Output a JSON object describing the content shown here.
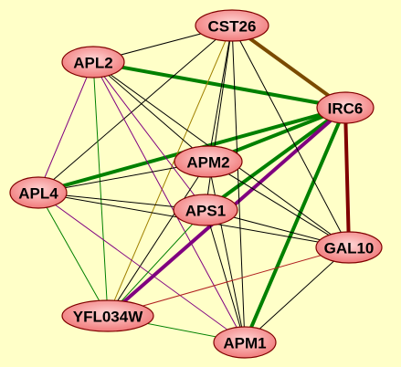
{
  "colors": {
    "background": "#ffffc8",
    "node_fill_light": "#ffd6d6",
    "node_fill_dark": "#f07878",
    "node_stroke": "#800000",
    "edge_black": "#000000",
    "edge_green": "#008000",
    "edge_purple": "#800080",
    "edge_brown": "#7a4a00",
    "edge_darkred": "#800000",
    "edge_olive": "#a08000",
    "edge_red": "#b02020"
  },
  "nodes": [
    {
      "id": "CST26",
      "label": "CST26"
    },
    {
      "id": "APL2",
      "label": "APL2"
    },
    {
      "id": "IRC6",
      "label": "IRC6"
    },
    {
      "id": "APM2",
      "label": "APM2"
    },
    {
      "id": "APL4",
      "label": "APL4"
    },
    {
      "id": "APS1",
      "label": "APS1"
    },
    {
      "id": "GAL10",
      "label": "GAL10"
    },
    {
      "id": "YFL034W",
      "label": "YFL034W"
    },
    {
      "id": "APM1",
      "label": "APM1"
    }
  ],
  "edges": [
    {
      "source": "CST26",
      "target": "IRC6",
      "color": "edge_brown",
      "weight": "heavy"
    },
    {
      "source": "APL2",
      "target": "IRC6",
      "color": "edge_green",
      "weight": "heavy"
    },
    {
      "source": "APL4",
      "target": "IRC6",
      "color": "edge_green",
      "weight": "heavy"
    },
    {
      "source": "APM2",
      "target": "IRC6",
      "color": "edge_green",
      "weight": "heavy"
    },
    {
      "source": "APS1",
      "target": "IRC6",
      "color": "edge_green",
      "weight": "heavy"
    },
    {
      "source": "APM1",
      "target": "IRC6",
      "color": "edge_green",
      "weight": "heavy"
    },
    {
      "source": "YFL034W",
      "target": "IRC6",
      "color": "edge_purple",
      "weight": "heavy"
    },
    {
      "source": "GAL10",
      "target": "IRC6",
      "color": "edge_darkred",
      "weight": "heavy"
    },
    {
      "source": "CST26",
      "target": "APL2",
      "color": "edge_black",
      "weight": "thin"
    },
    {
      "source": "CST26",
      "target": "APM2",
      "color": "edge_black",
      "weight": "thin"
    },
    {
      "source": "CST26",
      "target": "APS1",
      "color": "edge_black",
      "weight": "thin"
    },
    {
      "source": "CST26",
      "target": "APL4",
      "color": "edge_black",
      "weight": "thin"
    },
    {
      "source": "CST26",
      "target": "GAL10",
      "color": "edge_black",
      "weight": "thin"
    },
    {
      "source": "CST26",
      "target": "APM1",
      "color": "edge_black",
      "weight": "thin"
    },
    {
      "source": "CST26",
      "target": "YFL034W",
      "color": "edge_olive",
      "weight": "thin"
    },
    {
      "source": "APL2",
      "target": "APM2",
      "color": "edge_black",
      "weight": "thin"
    },
    {
      "source": "APL2",
      "target": "APS1",
      "color": "edge_purple",
      "weight": "thin"
    },
    {
      "source": "APL2",
      "target": "GAL10",
      "color": "edge_black",
      "weight": "thin"
    },
    {
      "source": "APL2",
      "target": "APM1",
      "color": "edge_purple",
      "weight": "thin"
    },
    {
      "source": "APL2",
      "target": "YFL034W",
      "color": "edge_green",
      "weight": "thin"
    },
    {
      "source": "APL2",
      "target": "APL4",
      "color": "edge_purple",
      "weight": "thin"
    },
    {
      "source": "APM2",
      "target": "APL4",
      "color": "edge_black",
      "weight": "thin"
    },
    {
      "source": "APM2",
      "target": "GAL10",
      "color": "edge_black",
      "weight": "thin"
    },
    {
      "source": "APM2",
      "target": "APM1",
      "color": "edge_black",
      "weight": "thin"
    },
    {
      "source": "APM2",
      "target": "YFL034W",
      "color": "edge_black",
      "weight": "thin"
    },
    {
      "source": "APL4",
      "target": "APS1",
      "color": "edge_black",
      "weight": "thin"
    },
    {
      "source": "APL4",
      "target": "YFL034W",
      "color": "edge_green",
      "weight": "thin"
    },
    {
      "source": "APL4",
      "target": "APM1",
      "color": "edge_purple",
      "weight": "thin"
    },
    {
      "source": "APL4",
      "target": "GAL10",
      "color": "edge_black",
      "weight": "thin"
    },
    {
      "source": "APS1",
      "target": "GAL10",
      "color": "edge_black",
      "weight": "thin"
    },
    {
      "source": "APS1",
      "target": "YFL034W",
      "color": "edge_green",
      "weight": "thin"
    },
    {
      "source": "APS1",
      "target": "APM1",
      "color": "edge_black",
      "weight": "thin"
    },
    {
      "source": "YFL034W",
      "target": "GAL10",
      "color": "edge_red",
      "weight": "thin"
    },
    {
      "source": "YFL034W",
      "target": "APM1",
      "color": "edge_green",
      "weight": "thin"
    },
    {
      "source": "GAL10",
      "target": "APM1",
      "color": "edge_black",
      "weight": "thin"
    }
  ]
}
